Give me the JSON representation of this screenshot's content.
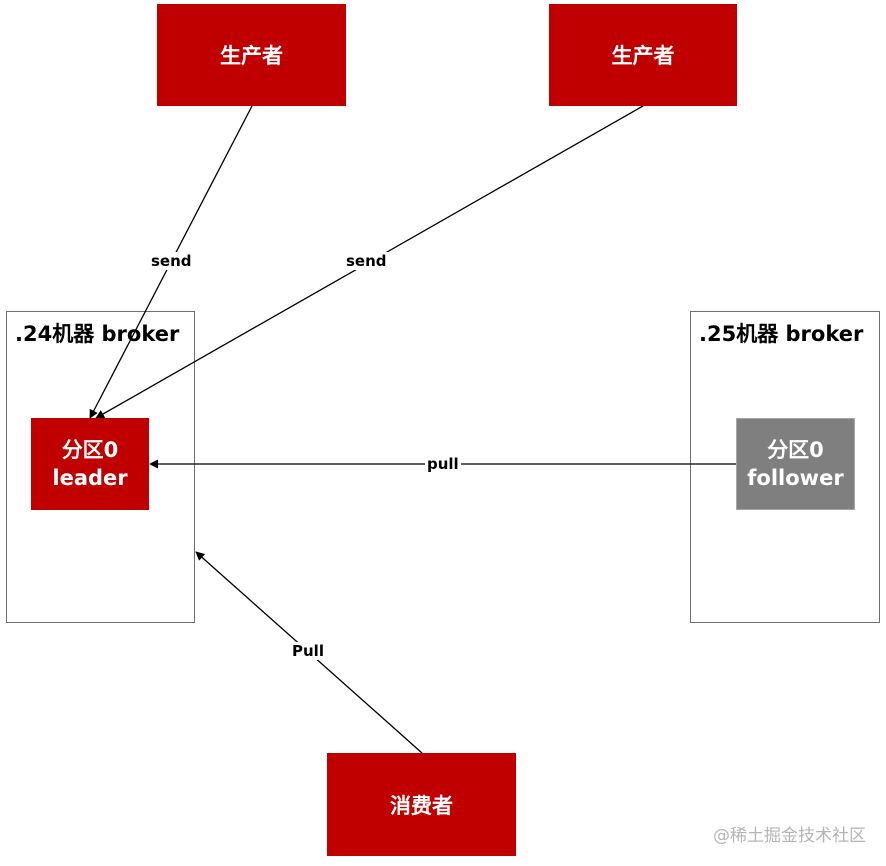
{
  "producers": [
    {
      "label": "生产者"
    },
    {
      "label": "生产者"
    }
  ],
  "consumer": {
    "label": "消费者"
  },
  "brokers": [
    {
      "title": ".24机器 broker",
      "partition": {
        "line1": "分区0",
        "line2": "leader"
      }
    },
    {
      "title": ".25机器 broker",
      "partition": {
        "line1": "分区0",
        "line2": "follower"
      }
    }
  ],
  "edges": {
    "send_1": "send",
    "send_2": "send",
    "replica_pull": "pull",
    "consumer_pull": "Pull"
  },
  "watermark": "@稀土掘金技术社区",
  "colors": {
    "primary_red": "#c00000",
    "follower_gray": "#7f7f7f",
    "border": "#6f6f6f",
    "watermark": "#b5b5b5"
  }
}
